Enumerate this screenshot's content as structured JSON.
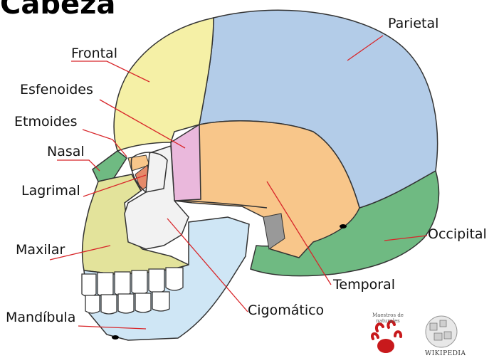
{
  "title": "Cabeza",
  "labels": {
    "parietal": "Parietal",
    "frontal": "Frontal",
    "esfenoides": "Esfenoides",
    "etmoides": "Etmoides",
    "nasal": "Nasal",
    "lagrimal": "Lagrimal",
    "maxilar": "Maxilar",
    "mandibula": "Mandíbula",
    "occipital": "Occipital",
    "temporal": "Temporal",
    "cigomatico": "Cigomático"
  },
  "logos": {
    "maestros": "Maestros de naturales",
    "wikipedia": "WIKIPEDIA"
  },
  "colors": {
    "parietal": "#b3cce8",
    "frontal": "#f5f0a6",
    "temporal": "#f8c68a",
    "occipital": "#6fba82",
    "esfenoides": "#eab8dc",
    "nasal": "#6fba82",
    "lagrimal": "#e58a6a",
    "maxilar": "#e3e39b",
    "mandibula": "#cfe6f5",
    "cigomatico": "#f2f2f2",
    "leader": "#d8262a"
  }
}
